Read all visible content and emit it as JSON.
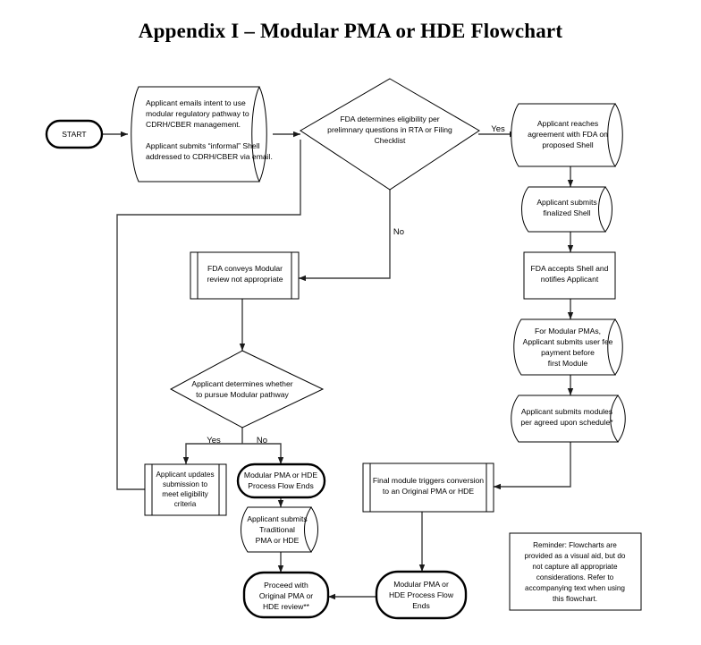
{
  "title": "Appendix I – Modular PMA or HDE Flowchart",
  "colors": {
    "stroke": "#000000",
    "connector": "#3f3f3f",
    "background": "#ffffff",
    "text": "#000000"
  },
  "nodes": {
    "start": {
      "label": "START",
      "shape": "terminator"
    },
    "intent_email": {
      "shape": "document",
      "lines": [
        "Applicant emails intent to use",
        "modular regulatory pathway to",
        "CDRH/CBER management.",
        "",
        "Applicant submits “informal” Shell",
        "addressed to CDRH/CBER via email."
      ]
    },
    "eligibility_decision": {
      "shape": "decision",
      "lines": [
        "FDA determines eligibility per",
        "prelimnary questions in RTA or Filing",
        "Checklist"
      ]
    },
    "agreement_shell": {
      "shape": "document",
      "lines": [
        "Applicant reaches",
        "agreement with FDA on",
        "proposed Shell"
      ]
    },
    "finalized_shell": {
      "shape": "document",
      "lines": [
        "Applicant submits",
        "finalized Shell"
      ]
    },
    "fda_accepts_shell": {
      "shape": "process",
      "lines": [
        "FDA accepts Shell and",
        "notifies Applicant"
      ]
    },
    "user_fee": {
      "shape": "document",
      "lines": [
        "For Modular PMAs,",
        "Applicant submits user fee",
        "payment before",
        "first Module"
      ]
    },
    "submits_modules": {
      "shape": "document",
      "lines": [
        "Applicant submits modules",
        "per agreed upon schedule*"
      ]
    },
    "final_module": {
      "shape": "predefined-process",
      "lines": [
        "Final module triggers conversion",
        "to an Original PMA or HDE"
      ]
    },
    "not_appropriate": {
      "shape": "predefined-process",
      "lines": [
        "FDA conveys Modular",
        "review not appropriate"
      ]
    },
    "pursue_decision": {
      "shape": "decision",
      "lines": [
        "Applicant determines whether",
        "to pursue Modular pathway"
      ]
    },
    "updates_submission": {
      "shape": "predefined-process",
      "lines": [
        "Applicant updates",
        "submission to",
        "meet eligibility",
        "criteria"
      ]
    },
    "flow_ends_upper": {
      "shape": "terminator",
      "lines": [
        "Modular PMA or HDE",
        "Process Flow Ends"
      ]
    },
    "traditional_submission": {
      "shape": "document",
      "lines": [
        "Applicant submits",
        "Traditional",
        "PMA or HDE"
      ]
    },
    "proceed_original": {
      "shape": "terminator",
      "lines": [
        "Proceed with",
        "Original PMA or",
        "HDE review**"
      ]
    },
    "flow_ends_lower": {
      "shape": "terminator",
      "lines": [
        "Modular PMA or",
        "HDE Process Flow",
        "Ends"
      ]
    },
    "reminder": {
      "shape": "note",
      "lines": [
        "Reminder: Flowcharts are",
        "provided as a visual aid, but do",
        "not capture all appropriate",
        "considerations. Refer to",
        "accompanying text when using",
        "this flowchart."
      ]
    }
  },
  "edge_labels": {
    "eligibility_yes": "Yes",
    "eligibility_no": "No",
    "pursue_yes": "Yes",
    "pursue_no": "No"
  }
}
